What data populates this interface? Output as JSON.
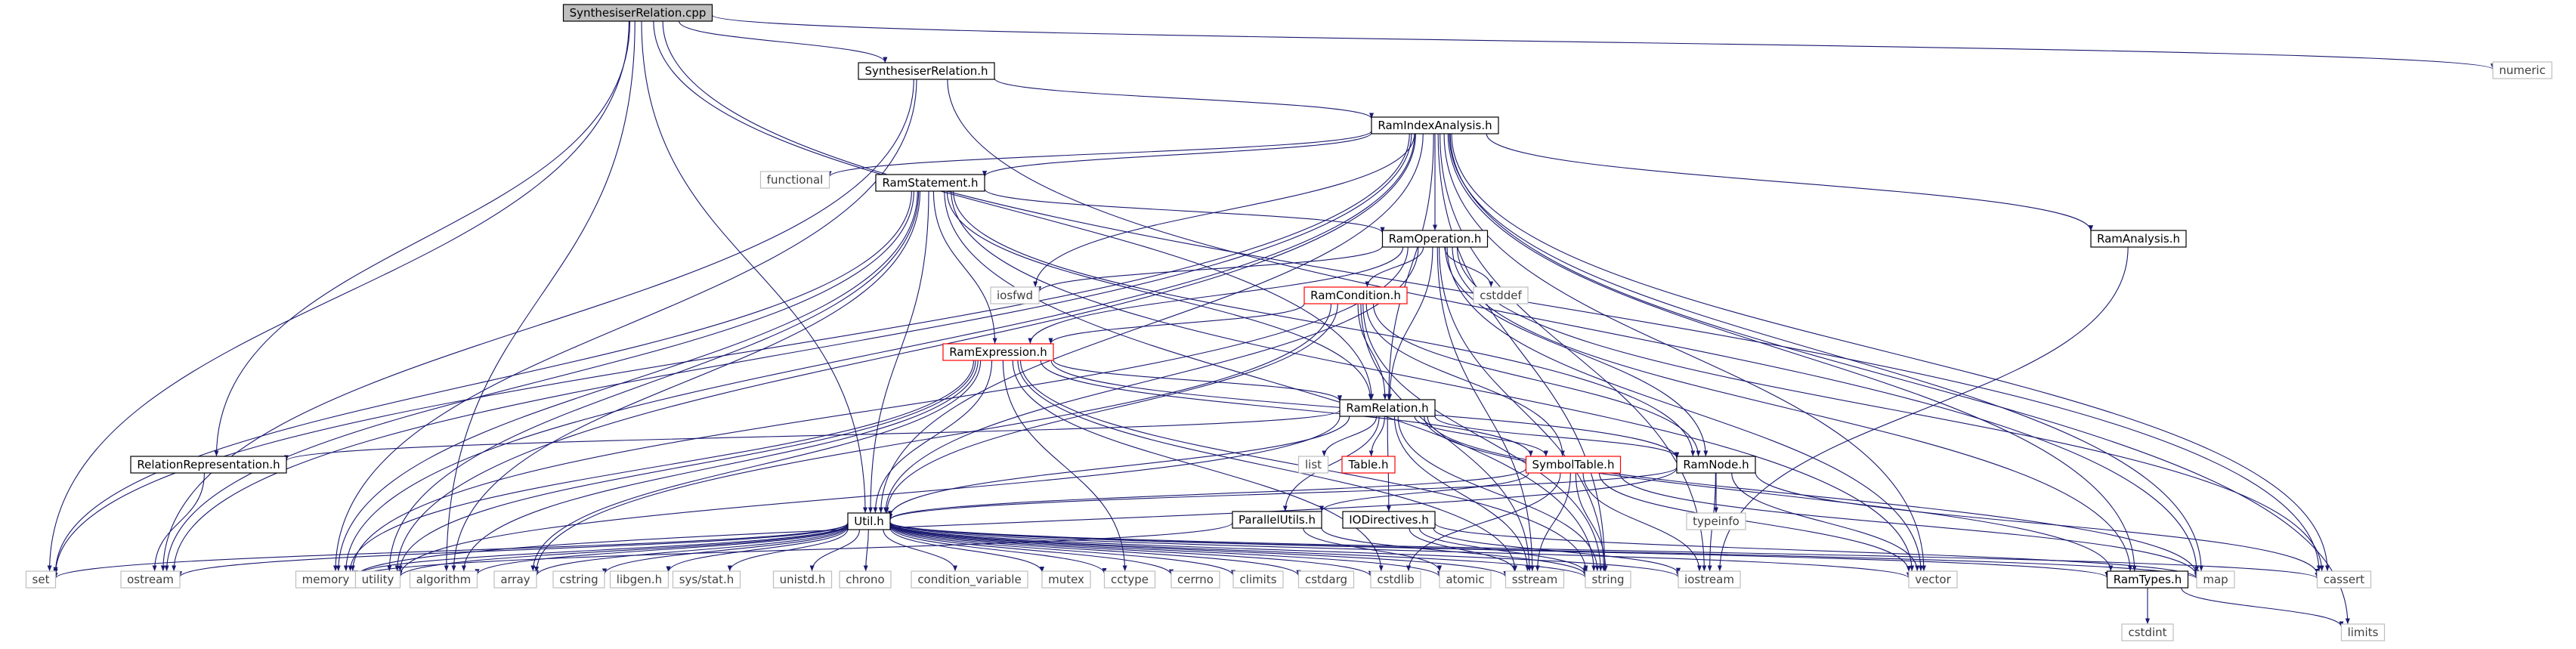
{
  "nodes": [
    {
      "id": "synthcpp",
      "label": "SynthesiserRelation.cpp",
      "style": "root"
    },
    {
      "id": "synthh",
      "label": "SynthesiserRelation.h",
      "style": "internal"
    },
    {
      "id": "numeric",
      "label": "numeric",
      "style": "external"
    },
    {
      "id": "ramindex",
      "label": "RamIndexAnalysis.h",
      "style": "internal"
    },
    {
      "id": "functional",
      "label": "functional",
      "style": "external"
    },
    {
      "id": "ramstatement",
      "label": "RamStatement.h",
      "style": "internal"
    },
    {
      "id": "ramanalysis",
      "label": "RamAnalysis.h",
      "style": "internal"
    },
    {
      "id": "ramoperation",
      "label": "RamOperation.h",
      "style": "internal"
    },
    {
      "id": "iosfwd",
      "label": "iosfwd",
      "style": "external"
    },
    {
      "id": "cstddef",
      "label": "cstddef",
      "style": "external"
    },
    {
      "id": "ramcondition",
      "label": "RamCondition.h",
      "style": "truncated"
    },
    {
      "id": "ramexpression",
      "label": "RamExpression.h",
      "style": "truncated"
    },
    {
      "id": "ramrelation",
      "label": "RamRelation.h",
      "style": "internal"
    },
    {
      "id": "relrep",
      "label": "RelationRepresentation.h",
      "style": "internal"
    },
    {
      "id": "list",
      "label": "list",
      "style": "external"
    },
    {
      "id": "tableh",
      "label": "Table.h",
      "style": "truncated"
    },
    {
      "id": "symboltable",
      "label": "SymbolTable.h",
      "style": "truncated"
    },
    {
      "id": "ramnode",
      "label": "RamNode.h",
      "style": "internal"
    },
    {
      "id": "typeinfo",
      "label": "typeinfo",
      "style": "external"
    },
    {
      "id": "parallelutils",
      "label": "ParallelUtils.h",
      "style": "internal"
    },
    {
      "id": "iodirectives",
      "label": "IODirectives.h",
      "style": "internal"
    },
    {
      "id": "utilh",
      "label": "Util.h",
      "style": "internal"
    },
    {
      "id": "set",
      "label": "set",
      "style": "external"
    },
    {
      "id": "ostream",
      "label": "ostream",
      "style": "external"
    },
    {
      "id": "memory",
      "label": "memory",
      "style": "external"
    },
    {
      "id": "utility",
      "label": "utility",
      "style": "external"
    },
    {
      "id": "algorithm",
      "label": "algorithm",
      "style": "external"
    },
    {
      "id": "array",
      "label": "array",
      "style": "external"
    },
    {
      "id": "cstring",
      "label": "cstring",
      "style": "external"
    },
    {
      "id": "libgen",
      "label": "libgen.h",
      "style": "external"
    },
    {
      "id": "sysstat",
      "label": "sys/stat.h",
      "style": "external"
    },
    {
      "id": "unistd",
      "label": "unistd.h",
      "style": "external"
    },
    {
      "id": "chrono",
      "label": "chrono",
      "style": "external"
    },
    {
      "id": "condvar",
      "label": "condition_variable",
      "style": "external"
    },
    {
      "id": "mutex",
      "label": "mutex",
      "style": "external"
    },
    {
      "id": "cctype",
      "label": "cctype",
      "style": "external"
    },
    {
      "id": "cerrno",
      "label": "cerrno",
      "style": "external"
    },
    {
      "id": "climits",
      "label": "climits",
      "style": "external"
    },
    {
      "id": "cstdarg",
      "label": "cstdarg",
      "style": "external"
    },
    {
      "id": "cstdlib",
      "label": "cstdlib",
      "style": "external"
    },
    {
      "id": "atomic",
      "label": "atomic",
      "style": "external"
    },
    {
      "id": "sstream",
      "label": "sstream",
      "style": "external"
    },
    {
      "id": "string",
      "label": "string",
      "style": "external"
    },
    {
      "id": "iostream",
      "label": "iostream",
      "style": "external"
    },
    {
      "id": "vector",
      "label": "vector",
      "style": "external"
    },
    {
      "id": "ramtypes",
      "label": "RamTypes.h",
      "style": "internal"
    },
    {
      "id": "map",
      "label": "map",
      "style": "external"
    },
    {
      "id": "cassert",
      "label": "cassert",
      "style": "external"
    },
    {
      "id": "cstdint",
      "label": "cstdint",
      "style": "external"
    },
    {
      "id": "limits",
      "label": "limits",
      "style": "external"
    }
  ],
  "edges": [
    [
      "synthcpp",
      "synthh"
    ],
    [
      "synthcpp",
      "numeric"
    ],
    [
      "synthcpp",
      "relrep"
    ],
    [
      "synthcpp",
      "set"
    ],
    [
      "synthcpp",
      "algorithm"
    ],
    [
      "synthcpp",
      "utilh"
    ],
    [
      "synthcpp",
      "cassert"
    ],
    [
      "synthcpp",
      "ramrelation"
    ],
    [
      "synthh",
      "ramindex"
    ],
    [
      "synthh",
      "ostream"
    ],
    [
      "synthh",
      "memory"
    ],
    [
      "synthh",
      "map"
    ],
    [
      "ramindex",
      "functional"
    ],
    [
      "ramindex",
      "ramstatement"
    ],
    [
      "ramindex",
      "ramanalysis"
    ],
    [
      "ramindex",
      "ramoperation"
    ],
    [
      "ramindex",
      "ramrelation"
    ],
    [
      "ramindex",
      "iosfwd"
    ],
    [
      "ramindex",
      "set"
    ],
    [
      "ramindex",
      "ostream"
    ],
    [
      "ramindex",
      "memory"
    ],
    [
      "ramindex",
      "utility"
    ],
    [
      "ramindex",
      "string"
    ],
    [
      "ramindex",
      "vector"
    ],
    [
      "ramindex",
      "map"
    ],
    [
      "ramindex",
      "cassert"
    ],
    [
      "ramindex",
      "limits"
    ],
    [
      "ramindex",
      "ramtypes"
    ],
    [
      "ramindex",
      "iostream"
    ],
    [
      "ramindex",
      "utilh"
    ],
    [
      "ramstatement",
      "ramoperation"
    ],
    [
      "ramstatement",
      "ramexpression"
    ],
    [
      "ramstatement",
      "ramrelation"
    ],
    [
      "ramstatement",
      "ramnode"
    ],
    [
      "ramstatement",
      "utilh"
    ],
    [
      "ramstatement",
      "ostream"
    ],
    [
      "ramstatement",
      "memory"
    ],
    [
      "ramstatement",
      "utility"
    ],
    [
      "ramstatement",
      "algorithm"
    ],
    [
      "ramstatement",
      "vector"
    ],
    [
      "ramstatement",
      "string"
    ],
    [
      "ramstatement",
      "set"
    ],
    [
      "ramanalysis",
      "iostream"
    ],
    [
      "ramoperation",
      "iosfwd"
    ],
    [
      "ramoperation",
      "cstddef"
    ],
    [
      "ramoperation",
      "ramcondition"
    ],
    [
      "ramoperation",
      "ramexpression"
    ],
    [
      "ramoperation",
      "ramrelation"
    ],
    [
      "ramoperation",
      "ramnode"
    ],
    [
      "ramoperation",
      "utilh"
    ],
    [
      "ramoperation",
      "memory"
    ],
    [
      "ramoperation",
      "string"
    ],
    [
      "ramoperation",
      "vector"
    ],
    [
      "ramoperation",
      "ramtypes"
    ],
    [
      "ramoperation",
      "cassert"
    ],
    [
      "ramoperation",
      "sstream"
    ],
    [
      "ramcondition",
      "ramexpression"
    ],
    [
      "ramcondition",
      "ramrelation"
    ],
    [
      "ramcondition",
      "symboltable"
    ],
    [
      "ramcondition",
      "ramnode"
    ],
    [
      "ramcondition",
      "utilh"
    ],
    [
      "ramcondition",
      "string"
    ],
    [
      "ramcondition",
      "sstream"
    ],
    [
      "ramcondition",
      "array"
    ],
    [
      "ramexpression",
      "ramrelation"
    ],
    [
      "ramexpression",
      "symboltable"
    ],
    [
      "ramexpression",
      "utilh"
    ],
    [
      "ramexpression",
      "ramnode"
    ],
    [
      "ramexpression",
      "memory"
    ],
    [
      "ramexpression",
      "algorithm"
    ],
    [
      "ramexpression",
      "array"
    ],
    [
      "ramexpression",
      "utility"
    ],
    [
      "ramexpression",
      "sstream"
    ],
    [
      "ramexpression",
      "string"
    ],
    [
      "ramexpression",
      "cctype"
    ],
    [
      "ramexpression",
      "cstdlib"
    ],
    [
      "ramrelation",
      "relrep"
    ],
    [
      "ramrelation",
      "list"
    ],
    [
      "ramrelation",
      "tableh"
    ],
    [
      "ramrelation",
      "symboltable"
    ],
    [
      "ramrelation",
      "ramnode"
    ],
    [
      "ramrelation",
      "parallelutils"
    ],
    [
      "ramrelation",
      "iodirectives"
    ],
    [
      "ramrelation",
      "utilh"
    ],
    [
      "ramrelation",
      "string"
    ],
    [
      "ramrelation",
      "sstream"
    ],
    [
      "ramrelation",
      "map"
    ],
    [
      "ramrelation",
      "ramtypes"
    ],
    [
      "ramrelation",
      "utility"
    ],
    [
      "relrep",
      "ostream"
    ],
    [
      "symboltable",
      "parallelutils"
    ],
    [
      "symboltable",
      "utilh"
    ],
    [
      "symboltable",
      "iostream"
    ],
    [
      "symboltable",
      "string"
    ],
    [
      "symboltable",
      "sstream"
    ],
    [
      "symboltable",
      "map"
    ],
    [
      "symboltable",
      "vector"
    ],
    [
      "symboltable",
      "cstdlib"
    ],
    [
      "ramnode",
      "typeinfo"
    ],
    [
      "ramnode",
      "iostream"
    ],
    [
      "ramnode",
      "vector"
    ],
    [
      "ramnode",
      "cassert"
    ],
    [
      "ramnode",
      "utilh"
    ],
    [
      "ramnode",
      "memory"
    ],
    [
      "parallelutils",
      "atomic"
    ],
    [
      "parallelutils",
      "memory"
    ],
    [
      "parallelutils",
      "string"
    ],
    [
      "iodirectives",
      "map"
    ],
    [
      "iodirectives",
      "sstream"
    ],
    [
      "iodirectives",
      "string"
    ],
    [
      "iodirectives",
      "iostream"
    ],
    [
      "utilh",
      "set"
    ],
    [
      "utilh",
      "ostream"
    ],
    [
      "utilh",
      "memory"
    ],
    [
      "utilh",
      "utility"
    ],
    [
      "utilh",
      "algorithm"
    ],
    [
      "utilh",
      "array"
    ],
    [
      "utilh",
      "cstring"
    ],
    [
      "utilh",
      "libgen"
    ],
    [
      "utilh",
      "sysstat"
    ],
    [
      "utilh",
      "unistd"
    ],
    [
      "utilh",
      "chrono"
    ],
    [
      "utilh",
      "condvar"
    ],
    [
      "utilh",
      "mutex"
    ],
    [
      "utilh",
      "cctype"
    ],
    [
      "utilh",
      "cerrno"
    ],
    [
      "utilh",
      "climits"
    ],
    [
      "utilh",
      "cstdarg"
    ],
    [
      "utilh",
      "cstdlib"
    ],
    [
      "utilh",
      "atomic"
    ],
    [
      "utilh",
      "sstream"
    ],
    [
      "utilh",
      "string"
    ],
    [
      "utilh",
      "iostream"
    ],
    [
      "utilh",
      "vector"
    ],
    [
      "utilh",
      "ramtypes"
    ],
    [
      "utilh",
      "map"
    ],
    [
      "utilh",
      "cassert"
    ],
    [
      "ramtypes",
      "cstdint"
    ],
    [
      "ramtypes",
      "limits"
    ]
  ],
  "colors": {
    "edge": "#191970",
    "internal_border": "#000000",
    "external_border": "#bfbfbf",
    "truncated_border": "#ff0000",
    "root_fill": "#bfbfbf",
    "external_text": "#3f3f3f",
    "text": "#000000"
  }
}
